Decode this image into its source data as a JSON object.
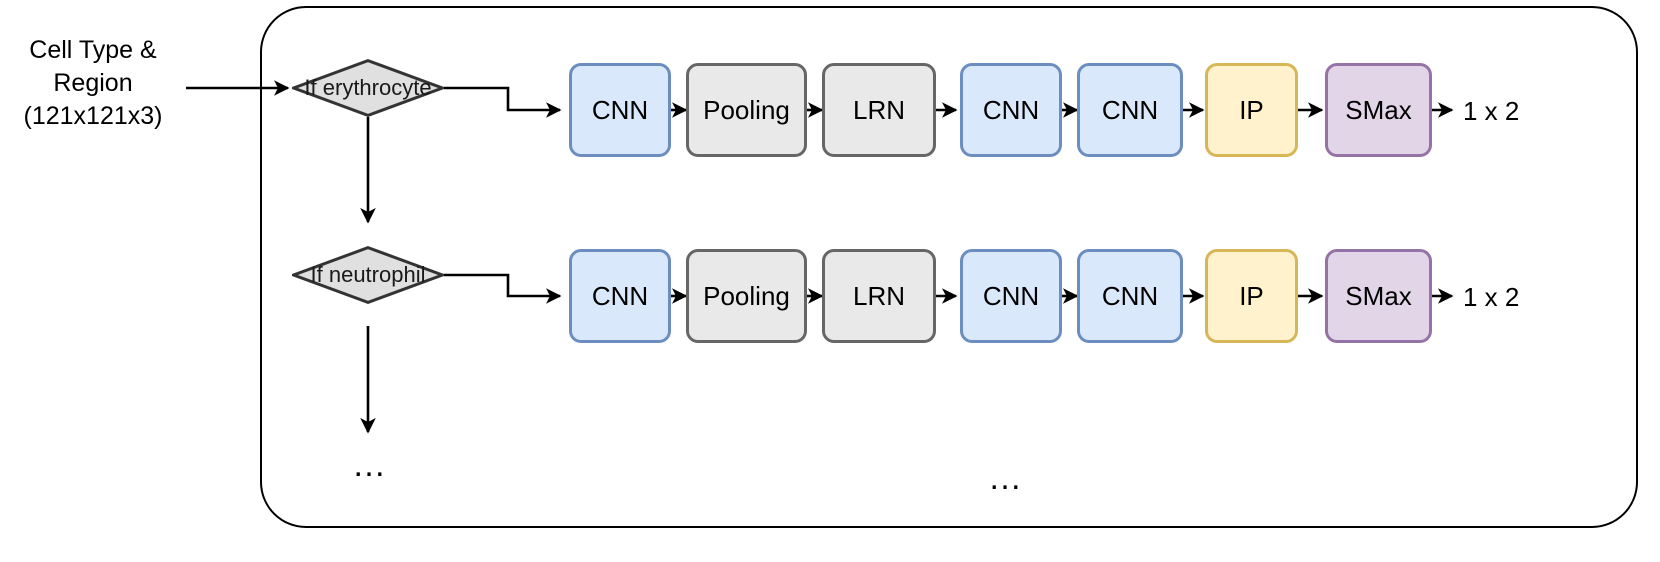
{
  "diagram": {
    "title": "Cell classification CNN branching pipeline",
    "input_label": "Cell Type &\nRegion\n(121x121x3)",
    "container_name": "pipeline-container",
    "decisions": [
      {
        "id": "if-erythrocyte",
        "label": "If erythrocyte"
      },
      {
        "id": "if-neutrophil",
        "label": "If neutrophil"
      }
    ],
    "branches": [
      {
        "id": "erythrocyte-branch",
        "decision": "If erythrocyte",
        "output": "1 x 2",
        "nodes": [
          {
            "label": "CNN",
            "kind": "conv",
            "color": "#dae8fc",
            "border": "#6c8ebf"
          },
          {
            "label": "Pooling",
            "kind": "pool",
            "color": "#e9e9e9",
            "border": "#666666"
          },
          {
            "label": "LRN",
            "kind": "norm",
            "color": "#e9e9e9",
            "border": "#666666"
          },
          {
            "label": "CNN",
            "kind": "conv",
            "color": "#dae8fc",
            "border": "#6c8ebf"
          },
          {
            "label": "CNN",
            "kind": "conv",
            "color": "#dae8fc",
            "border": "#6c8ebf"
          },
          {
            "label": "IP",
            "kind": "inner",
            "color": "#fff2cc",
            "border": "#d6b656"
          },
          {
            "label": "SMax",
            "kind": "softmax",
            "color": "#e1d5e7",
            "border": "#9673a6"
          }
        ]
      },
      {
        "id": "neutrophil-branch",
        "decision": "If neutrophil",
        "output": "1 x 2",
        "nodes": [
          {
            "label": "CNN",
            "kind": "conv",
            "color": "#dae8fc",
            "border": "#6c8ebf"
          },
          {
            "label": "Pooling",
            "kind": "pool",
            "color": "#e9e9e9",
            "border": "#666666"
          },
          {
            "label": "LRN",
            "kind": "norm",
            "color": "#e9e9e9",
            "border": "#666666"
          },
          {
            "label": "CNN",
            "kind": "conv",
            "color": "#dae8fc",
            "border": "#6c8ebf"
          },
          {
            "label": "CNN",
            "kind": "conv",
            "color": "#dae8fc",
            "border": "#6c8ebf"
          },
          {
            "label": "IP",
            "kind": "inner",
            "color": "#fff2cc",
            "border": "#d6b656"
          },
          {
            "label": "SMax",
            "kind": "softmax",
            "color": "#e1d5e7",
            "border": "#9673a6"
          }
        ]
      }
    ],
    "ellipses": [
      {
        "id": "branch-ellipsis",
        "text": "…"
      },
      {
        "id": "pipeline-ellipsis",
        "text": "…"
      }
    ],
    "colors": {
      "conv_fill": "#dae8fc",
      "conv_stroke": "#6c8ebf",
      "gray_fill": "#e9e9e9",
      "gray_stroke": "#666666",
      "inner_fill": "#fff2cc",
      "inner_stroke": "#d6b656",
      "softmax_fill": "#e1d5e7",
      "softmax_stroke": "#9673a6",
      "decision_fill": "#e0e0e0",
      "decision_stroke": "#333333",
      "edge": "#000000"
    }
  }
}
